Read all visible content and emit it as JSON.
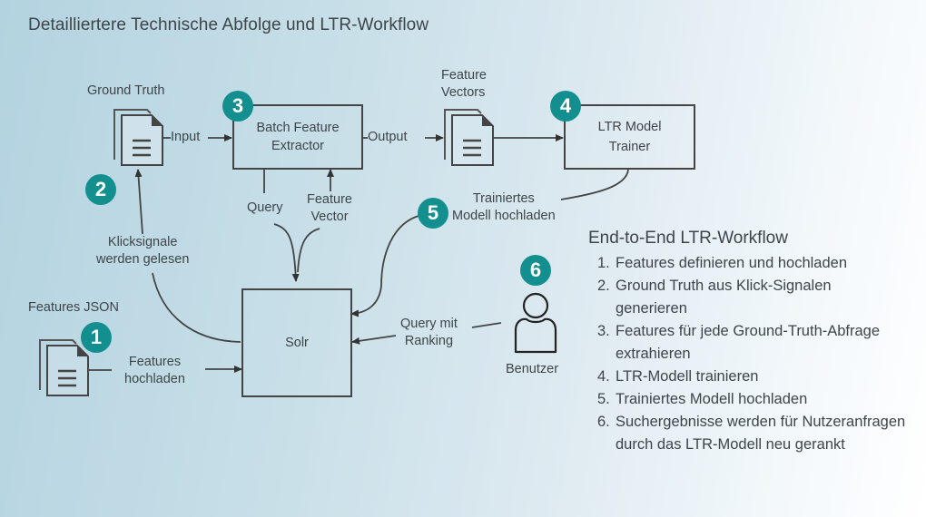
{
  "title": "Detailliertere Technische Abfolge und LTR-Workflow",
  "nodes": {
    "ground_truth": "Ground Truth",
    "batch_extractor": "Batch Feature\nExtractor",
    "feature_vectors": "Feature\nVectors",
    "ltr_trainer": "LTR Model\nTrainer",
    "solr": "Solr",
    "features_json": "Features JSON",
    "user": "Benutzer"
  },
  "edges": {
    "input": "Input",
    "output": "Output",
    "query": "Query",
    "feature_vector": "Feature\nVector",
    "trained_upload": "Trainiertes\nModell hochladen",
    "click_signals": "Klicksignale\nwerden gelesen",
    "features_upload": "Features\nhochladen",
    "query_ranking": "Query mit\nRanking"
  },
  "badges": [
    "1",
    "2",
    "3",
    "4",
    "5",
    "6"
  ],
  "colors": {
    "badge": "#138f8f",
    "line": "#444444"
  },
  "workflow": {
    "title": "End-to-End LTR-Workflow",
    "steps": [
      {
        "num": "1.",
        "text": "Features definieren und hochladen"
      },
      {
        "num": "2.",
        "text": "Ground Truth aus Klick-Signalen generieren"
      },
      {
        "num": "3.",
        "text": "Features für jede Ground-Truth-Abfrage extrahieren"
      },
      {
        "num": "4.",
        "text": "LTR-Modell trainieren"
      },
      {
        "num": "5.",
        "text": "Trainiertes Modell hochladen"
      },
      {
        "num": "6.",
        "text": "Suchergebnisse werden für Nutzeranfragen durch das LTR-Modell neu gerankt"
      }
    ]
  }
}
